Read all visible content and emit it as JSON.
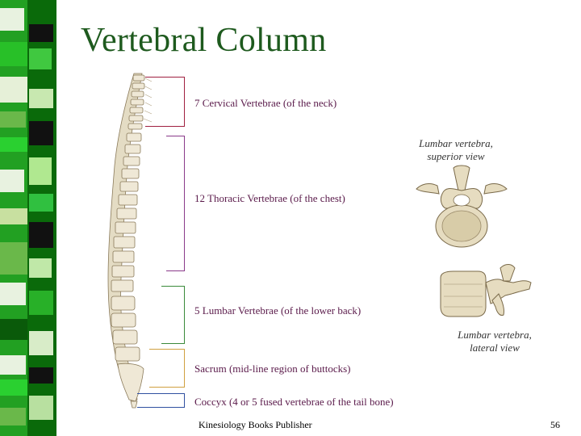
{
  "slide": {
    "title": "Vertebral Column",
    "labels": {
      "cervical": "7 Cervical Vertebrae (of the neck)",
      "thoracic": "12 Thoracic Vertebrae (of the chest)",
      "lumbar": "5 Lumbar Vertebrae (of the lower back)",
      "sacrum": "Sacrum (mid-line region of buttocks)",
      "coccyx": "Coccyx (4 or 5 fused vertebrae of the tail bone)"
    },
    "captions": {
      "superior_line1": "Lumbar vertebra,",
      "superior_line2": "superior view",
      "lateral_line1": "Lumbar vertebra,",
      "lateral_line2": "lateral view"
    },
    "footer": {
      "publisher": "Kinesiology Books Publisher",
      "page_number": "56"
    },
    "colors": {
      "title": "#1e5a1e",
      "cervical_bracket": "#a02040",
      "thoracic_bracket": "#8a3a8a",
      "lumbar_bracket": "#3a8a3a",
      "sacrum_bracket": "#d0a040",
      "coccyx_bracket": "#3050a0"
    }
  }
}
